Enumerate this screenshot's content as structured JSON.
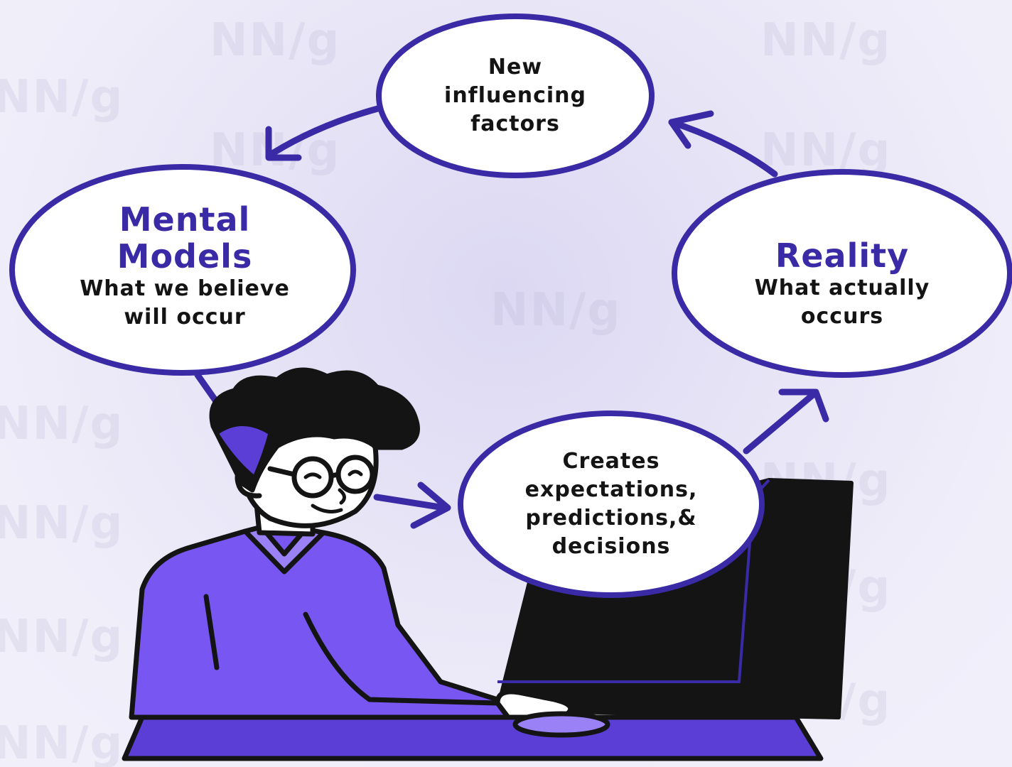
{
  "watermark": "NN/g",
  "nodes": {
    "influencing": {
      "lines": [
        "New",
        "influencing",
        "factors"
      ]
    },
    "mental_models": {
      "title_lines": [
        "Mental",
        "Models"
      ],
      "subtitle_lines": [
        "What we believe",
        "will occur"
      ]
    },
    "reality": {
      "title": "Reality",
      "subtitle_lines": [
        "What actually",
        "occurs"
      ]
    },
    "creates": {
      "lines": [
        "Creates",
        "expectations,",
        "predictions,&",
        "decisions"
      ]
    }
  },
  "colors": {
    "outline": "#3a2aa6",
    "accent": "#6c4cf0",
    "shirt": "#7756f2",
    "ink": "#141414",
    "background": "#eeecf8"
  }
}
